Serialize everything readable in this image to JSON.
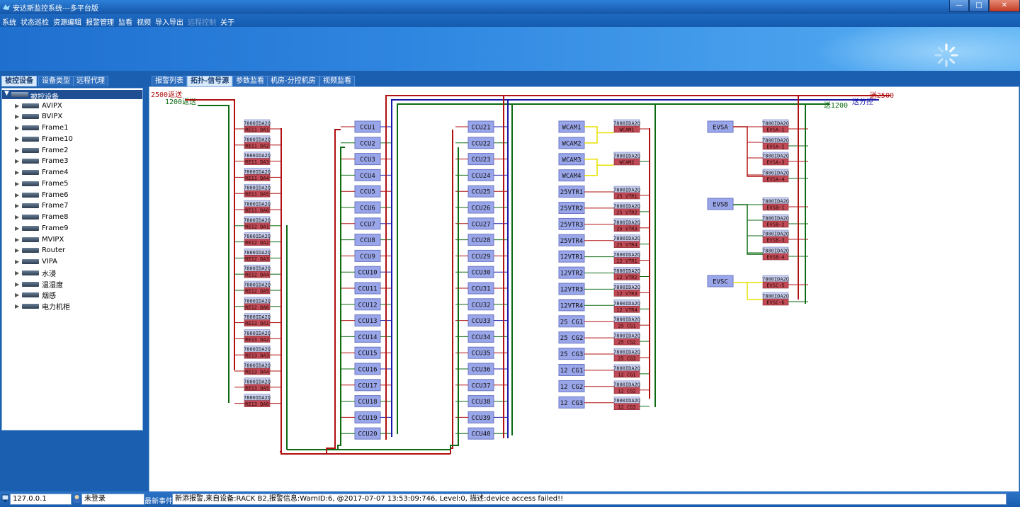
{
  "window": {
    "title": "安达斯监控系统---多平台版",
    "controls": [
      "minimize",
      "maximize",
      "close"
    ]
  },
  "menu": [
    {
      "label": "系统",
      "enabled": true
    },
    {
      "label": "状态巡检",
      "enabled": true
    },
    {
      "label": "资源编辑",
      "enabled": true
    },
    {
      "label": "报警管理",
      "enabled": true
    },
    {
      "label": "监看",
      "enabled": true
    },
    {
      "label": "视频",
      "enabled": true
    },
    {
      "label": "导入导出",
      "enabled": true
    },
    {
      "label": "远程控制",
      "enabled": false
    },
    {
      "label": "关于",
      "enabled": true
    }
  ],
  "left_tabs": [
    {
      "label": "被控设备",
      "active": true
    },
    {
      "label": "设备类型",
      "active": false
    },
    {
      "label": "远程代理",
      "active": false
    }
  ],
  "main_tabs": [
    {
      "label": "报警列表",
      "active": false
    },
    {
      "label": "拓扑-信号源",
      "active": true
    },
    {
      "label": "参数监看",
      "active": false
    },
    {
      "label": "机房-分控机房",
      "active": false
    },
    {
      "label": "视频监看",
      "active": false
    }
  ],
  "tree": {
    "root": "被控设备",
    "items": [
      "AVIPX",
      "BVIPX",
      "Frame1",
      "Frame10",
      "Frame2",
      "Frame3",
      "Frame4",
      "Frame5",
      "Frame6",
      "Frame7",
      "Frame8",
      "Frame9",
      "MVIPX",
      "Router",
      "VIPA",
      "水浸",
      "温湿度",
      "烟感",
      "电力机柜"
    ]
  },
  "topology": {
    "lines": {
      "in_2500": "2500返送",
      "in_1200": "1200返送",
      "out_2500": "送2500",
      "out_sub": "送分控",
      "out_1200": "送1200"
    },
    "colors": {
      "red": "#b01010",
      "blue": "#1a1aa8",
      "green": "#0d6a12",
      "yellow": "#e8e000",
      "node": "#9aa6ea",
      "node_red": "#c04a55"
    },
    "rack_a": {
      "title": "7800IDA2Q",
      "labels": [
        "RE11 DA1",
        "RE11 DA2",
        "RE11 DA3",
        "RE11 DA4",
        "RE11 DA5",
        "RE11 DA6",
        "RE12 DA1",
        "RE12 DA2",
        "RE12 DA3",
        "RE12 DA4",
        "RE12 DA5",
        "RE12 DA6",
        "RE13 DA1",
        "RE13 DA2",
        "RE13 DA3",
        "RE13 DA4",
        "RE13 DA5",
        "RE13 DA6"
      ]
    },
    "ccu_left": [
      "CCU1",
      "CCU2",
      "CCU3",
      "CCU4",
      "CCU5",
      "CCU6",
      "CCU7",
      "CCU8",
      "CCU9",
      "CCU10",
      "CCU11",
      "CCU12",
      "CCU13",
      "CCU14",
      "CCU15",
      "CCU16",
      "CCU17",
      "CCU18",
      "CCU19",
      "CCU20"
    ],
    "ccu_right": [
      "CCU21",
      "CCU22",
      "CCU23",
      "CCU24",
      "CCU25",
      "CCU26",
      "CCU27",
      "CCU28",
      "CCU29",
      "CCU30",
      "CCU31",
      "CCU32",
      "CCU33",
      "CCU34",
      "CCU35",
      "CCU36",
      "CCU37",
      "CCU38",
      "CCU39",
      "CCU40"
    ],
    "sources": [
      "WCAM1",
      "WCAM2",
      "WCAM3",
      "WCAM4",
      "25VTR1",
      "25VTR2",
      "25VTR3",
      "25VTR4",
      "12VTR1",
      "12VTR2",
      "12VTR3",
      "12VTR4",
      "25 CG1",
      "25 CG2",
      "25 CG3",
      "12 CG1",
      "12 CG2",
      "12 CG3"
    ],
    "source_da": {
      "title": "7800IDA2Q",
      "labels": [
        "WCAM1",
        "WCAM2",
        "25 VTR1",
        "25 VTR2",
        "25 VTR3",
        "25 VTR4",
        "12 VTR1",
        "12 VTR2",
        "12 VTR3",
        "12 VTR4",
        "25 CG1",
        "25 CG2",
        "25 CG3",
        "12 CG1",
        "12 CG2",
        "12 CG3"
      ]
    },
    "ev_nodes": [
      "EVSA",
      "EVSB",
      "EVSC"
    ],
    "ev_da": {
      "title": "7800IDA2Q",
      "labels": [
        "EVSA-1",
        "EVSA-2",
        "EVSA-3",
        "EVSA-4",
        "EVSB-1",
        "EVSB-2",
        "EVSB-3",
        "EVSB-4",
        "EVSC-5",
        "EVSC-6"
      ]
    }
  },
  "status": {
    "ip": "127.0.0.1",
    "user": "未登录",
    "event_label": "最新事件",
    "event_text": "新添报警,来自设备:RACK B2,报警信息:WarnID:6, @2017-07-07 13:53:09:746, Level:0, 描述:device access failed!!"
  }
}
